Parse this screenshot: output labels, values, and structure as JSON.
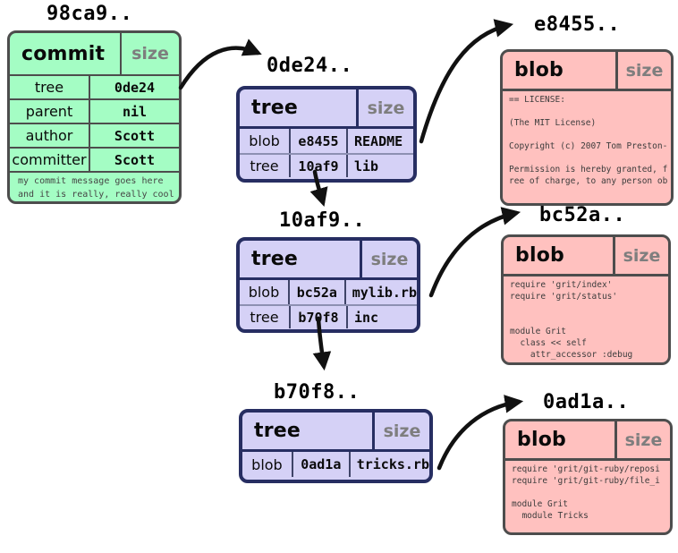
{
  "colors": {
    "commit_fill": "#a4fdc4",
    "commit_border": "#4d4d4d",
    "tree_fill": "#d5d1f6",
    "tree_border": "#272e62",
    "blob_fill": "#ffc1bf",
    "blob_border": "#4d4d4d",
    "size_text": "#7e7e7e",
    "arrow": "#111111"
  },
  "commit": {
    "title": "98ca9..",
    "type_label": "commit",
    "size_label": "size",
    "rows": [
      {
        "label": "tree",
        "value": "0de24"
      },
      {
        "label": "parent",
        "value": "nil"
      },
      {
        "label": "author",
        "value": "Scott"
      },
      {
        "label": "committer",
        "value": "Scott"
      }
    ],
    "message": "my commit message goes here\nand it is really, really cool"
  },
  "tree1": {
    "title": "0de24..",
    "type_label": "tree",
    "size_label": "size",
    "rows": [
      {
        "type": "blob",
        "hash": "e8455",
        "name": "README"
      },
      {
        "type": "tree",
        "hash": "10af9",
        "name": "lib"
      }
    ]
  },
  "tree2": {
    "title": "10af9..",
    "type_label": "tree",
    "size_label": "size",
    "rows": [
      {
        "type": "blob",
        "hash": "bc52a",
        "name": "mylib.rb"
      },
      {
        "type": "tree",
        "hash": "b70f8",
        "name": "inc"
      }
    ]
  },
  "tree3": {
    "title": "b70f8..",
    "type_label": "tree",
    "size_label": "size",
    "rows": [
      {
        "type": "blob",
        "hash": "0ad1a",
        "name": "tricks.rb"
      }
    ]
  },
  "blob1": {
    "title": "e8455..",
    "type_label": "blob",
    "size_label": "size",
    "content": "== LICENSE:\n\n(The MIT License)\n\nCopyright (c) 2007 Tom Preston-\n\nPermission is hereby granted, f\nree of charge, to any person ob"
  },
  "blob2": {
    "title": "bc52a..",
    "type_label": "blob",
    "size_label": "size",
    "content": "require 'grit/index'\nrequire 'grit/status'\n\n\nmodule Grit\n  class << self\n    attr_accessor :debug"
  },
  "blob3": {
    "title": "0ad1a..",
    "type_label": "blob",
    "size_label": "size",
    "content": "require 'grit/git-ruby/reposi\nrequire 'grit/git-ruby/file_i\n\nmodule Grit\n  module Tricks"
  }
}
